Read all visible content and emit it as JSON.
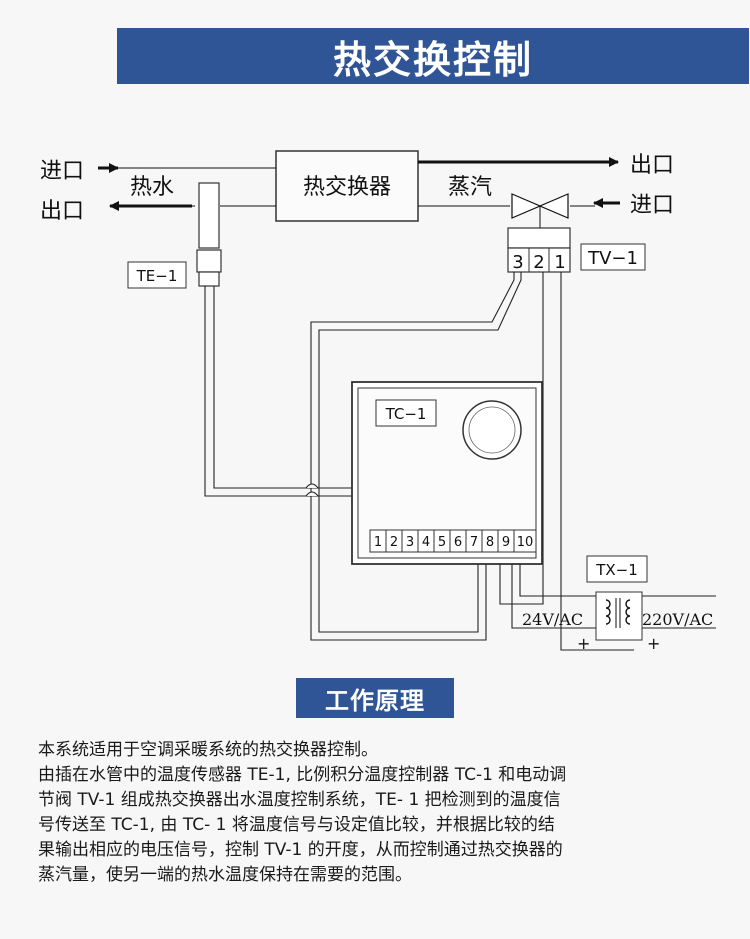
{
  "header": {
    "title": "热交换控制"
  },
  "diagram": {
    "left_inlet": "进口",
    "hot_water": "热水",
    "left_outlet": "出口",
    "heat_exchanger": "热交换器",
    "steam": "蒸汽",
    "right_outlet": "出口",
    "right_inlet": "进口",
    "te1": "TE−1",
    "tv1": "TV−1",
    "tc1": "TC−1",
    "tx1": "TX−1",
    "valve_terminals": [
      "3",
      "2",
      "1"
    ],
    "controller_terminals": [
      "1",
      "2",
      "3",
      "4",
      "5",
      "6",
      "7",
      "8",
      "9",
      "10"
    ],
    "voltage_24": "24V/AC",
    "voltage_220": "220V/AC",
    "plus": "+"
  },
  "section": {
    "title": "工作原理"
  },
  "description": {
    "lines": [
      "本系统适用于空调采暖系统的热交换器控制。",
      "由插在水管中的温度传感器 TE-1, 比例积分温度控制器 TC-1 和电动调",
      "节阀 TV-1 组成热交换器出水温度控制系统，TE- 1 把检测到的温度信",
      "号传送至 TC-1, 由 TC- 1 将温度信号与设定值比较，并根据比较的结",
      "果输出相应的电压信号，控制 TV-1 的开度，从而控制通过热交换器的",
      "蒸汽量，使另一端的热水温度保持在需要的范围。"
    ]
  }
}
